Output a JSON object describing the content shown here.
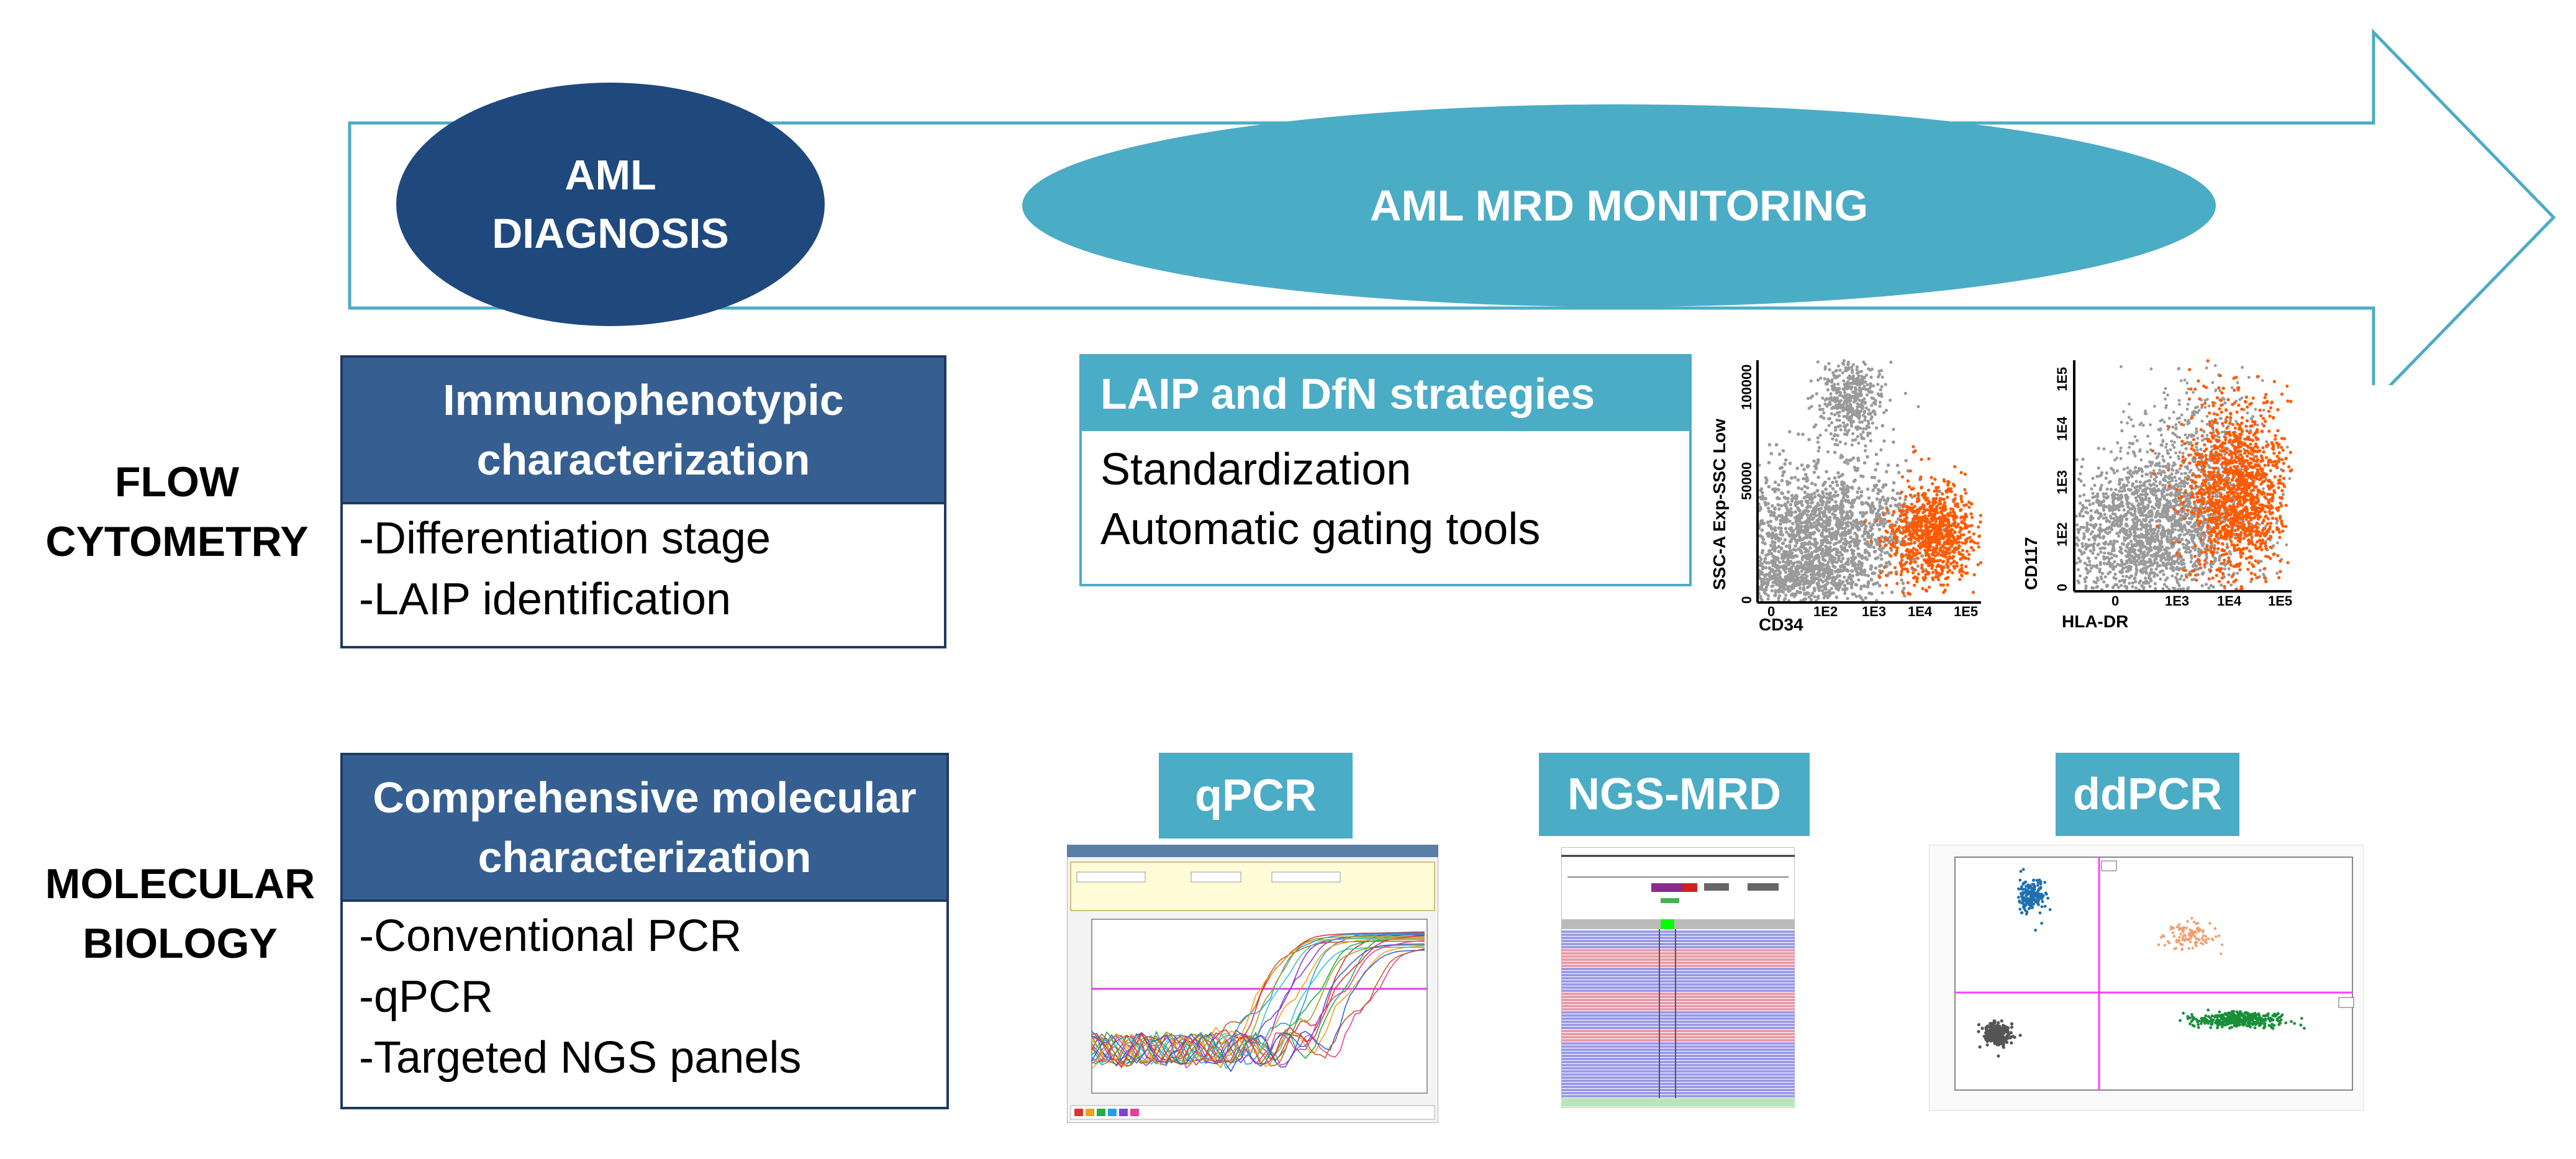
{
  "timeline": {
    "diagnosis_line1": "AML",
    "diagnosis_line2": "DIAGNOSIS",
    "monitoring_label": "AML MRD MONITORING"
  },
  "rows": {
    "flow_line1": "FLOW",
    "flow_line2": "CYTOMETRY",
    "mol_line1": "MOLECULAR",
    "mol_line2": "BIOLOGY"
  },
  "immuno_box": {
    "title_line1": "Immunophenotypic",
    "title_line2": "characterization",
    "items": [
      "-Differentiation stage",
      "-LAIP identification"
    ]
  },
  "laip_box": {
    "title": "LAIP and DfN strategies",
    "items": [
      "Standardization",
      "Automatic gating tools"
    ]
  },
  "molecular_box": {
    "title_line1": "Comprehensive molecular",
    "title_line2": "characterization",
    "items": [
      "-Conventional PCR",
      "-qPCR",
      "-Targeted NGS panels"
    ]
  },
  "techniques": {
    "qpcr": "qPCR",
    "ngs": "NGS-MRD",
    "ddpcr": "ddPCR"
  },
  "flow_plots": {
    "plot1": {
      "ylabel": "SSC-A Exp-SSC Low",
      "xlabel": "CD34",
      "yticks": [
        "0",
        "50000",
        "100000"
      ],
      "xticks": [
        "0",
        "1E2",
        "1E3",
        "1E4",
        "1E5"
      ]
    },
    "plot2": {
      "ylabel": "CD117",
      "xlabel": "HLA-DR",
      "yticks": [
        "0",
        "1E2",
        "1E3",
        "1E4",
        "1E5"
      ],
      "xticks": [
        "0",
        "1E3",
        "1E4",
        "1E5"
      ]
    }
  },
  "colors": {
    "diagnosis": "#1f497d",
    "monitoring": "#4bacc6",
    "box_header": "#365f91",
    "population_gray": "#9a9a9a",
    "population_orange": "#ff5a00"
  }
}
